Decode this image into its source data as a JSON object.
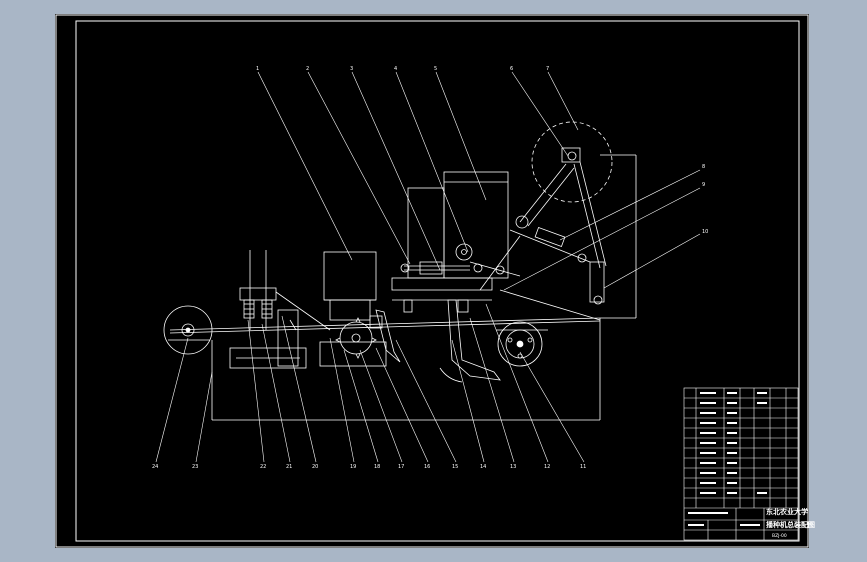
{
  "drawing": {
    "callouts_top": [
      "1",
      "2",
      "3",
      "4",
      "5",
      "6",
      "7"
    ],
    "callouts_right": [
      "8",
      "9",
      "10"
    ],
    "callouts_bottom": [
      "24",
      "23",
      "22",
      "21",
      "20",
      "19",
      "18",
      "17",
      "16",
      "15",
      "14",
      "13",
      "12",
      "11"
    ],
    "title_lines": [
      "东北农业大学",
      "播种机总装配图"
    ],
    "drawing_no": "BZJ-00"
  },
  "colors": {
    "window_bg": "#a9b6c6",
    "sheet_bg": "#000000",
    "line": "#ffffff"
  }
}
